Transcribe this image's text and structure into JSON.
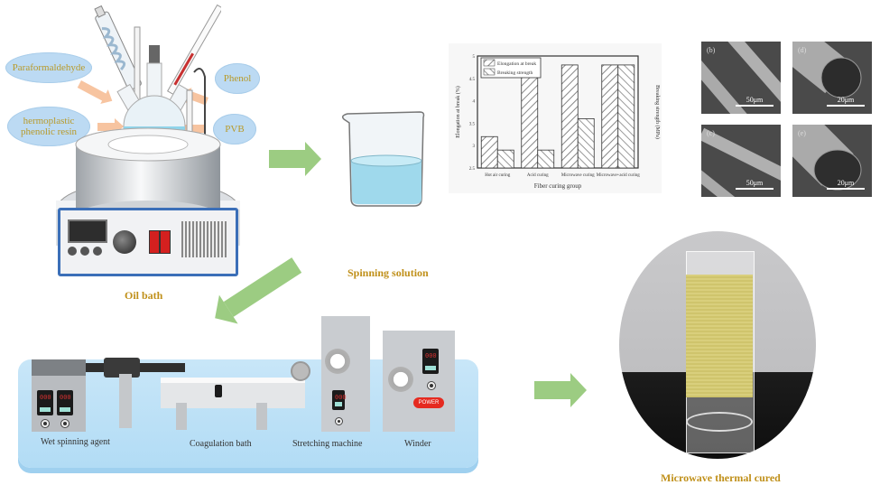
{
  "reactants": {
    "paraformaldehyde": "Paraformaldehyde",
    "thermoplastic_resin": "hermoplastic phenolic resin",
    "phenol": "Phenol",
    "pvb": "PVB"
  },
  "stages": {
    "oil_bath": "Oil bath",
    "spinning_solution": "Spinning solution",
    "microwave_cured": "Microwave thermal cured"
  },
  "spinning_line": {
    "wet_spinning_agent": "Wet spinning agent",
    "coagulation_bath": "Coagulation bath",
    "stretching_machine": "Stretching machine",
    "winder": "Winder",
    "power_label": "POWER",
    "display_digits": "000"
  },
  "sem_images": [
    {
      "tag": "(b)",
      "scale": "50μm"
    },
    {
      "tag": "(d)",
      "scale": "20μm"
    },
    {
      "tag": "(c)",
      "scale": "50μm"
    },
    {
      "tag": "(e)",
      "scale": "20μm"
    }
  ],
  "chart_data": {
    "type": "bar",
    "title": "",
    "xlabel": "Fiber curing group",
    "ylabel": "Elongation at break (%)",
    "ylabel_right": "Breaking strength (MPa)",
    "categories": [
      "Hot air curing",
      "Acid curing",
      "Microwave curing",
      "Microwave+acid curing"
    ],
    "series": [
      {
        "name": "Elongation at break",
        "axis": "left",
        "values": [
          3.2,
          4.6,
          4.8,
          4.8
        ]
      },
      {
        "name": "Breaking strength",
        "axis": "right",
        "values": [
          2.9,
          2.9,
          3.6,
          4.8
        ]
      }
    ],
    "ylim": [
      2.5,
      5.0
    ],
    "ylim_right": [
      0,
      200
    ],
    "yticks": [
      "2.5",
      "3",
      "3.5",
      "4",
      "4.5",
      "5"
    ],
    "legend": "top-left",
    "grid": false
  }
}
